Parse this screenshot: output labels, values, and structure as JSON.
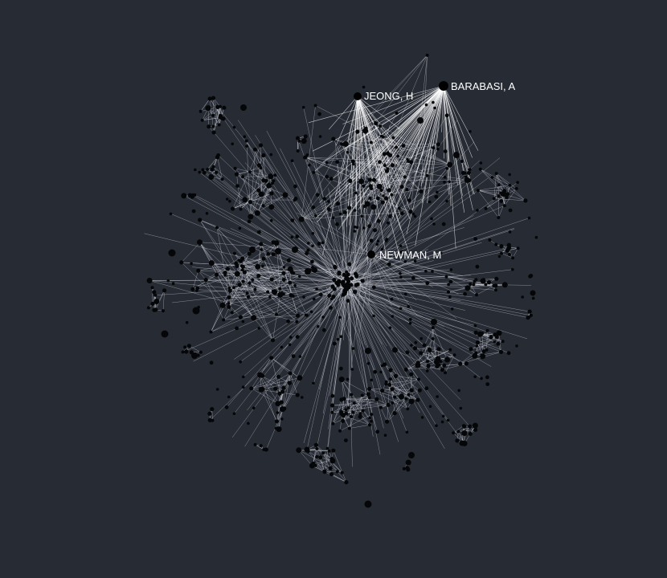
{
  "graph": {
    "background_color": "#272b34",
    "edge_color": "#d8dbe3",
    "node_color": "#050608",
    "label_color": "#ffffff",
    "labeled_nodes": [
      {
        "id": "barabasi",
        "label": "BARABASI, A"
      },
      {
        "id": "jeong",
        "label": "JEONG, H"
      },
      {
        "id": "newman",
        "label": "NEWMAN, M"
      }
    ]
  }
}
